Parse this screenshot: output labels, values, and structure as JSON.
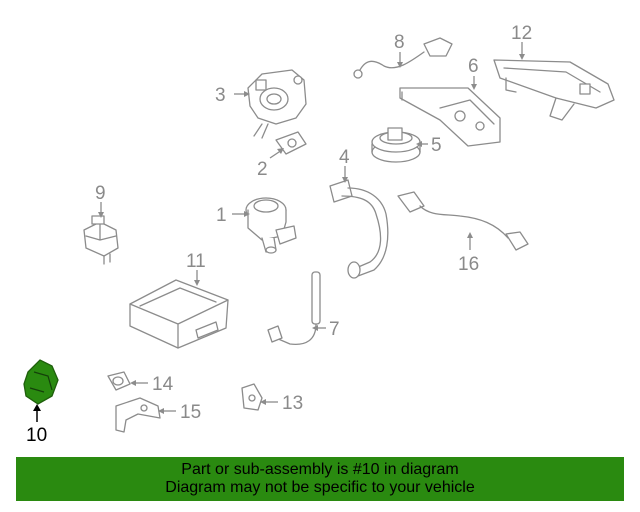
{
  "callouts": {
    "c1": "1",
    "c2": "2",
    "c3": "3",
    "c4": "4",
    "c5": "5",
    "c6": "6",
    "c7": "7",
    "c8": "8",
    "c9": "9",
    "c10": "10",
    "c11": "11",
    "c12": "12",
    "c13": "13",
    "c14": "14",
    "c15": "15",
    "c16": "16"
  },
  "highlight": {
    "part_number": "10",
    "color": "#2a8a10"
  },
  "banner": {
    "line1": "Part or sub-assembly is #10 in diagram",
    "line2": "Diagram may not be specific to your vehicle"
  }
}
